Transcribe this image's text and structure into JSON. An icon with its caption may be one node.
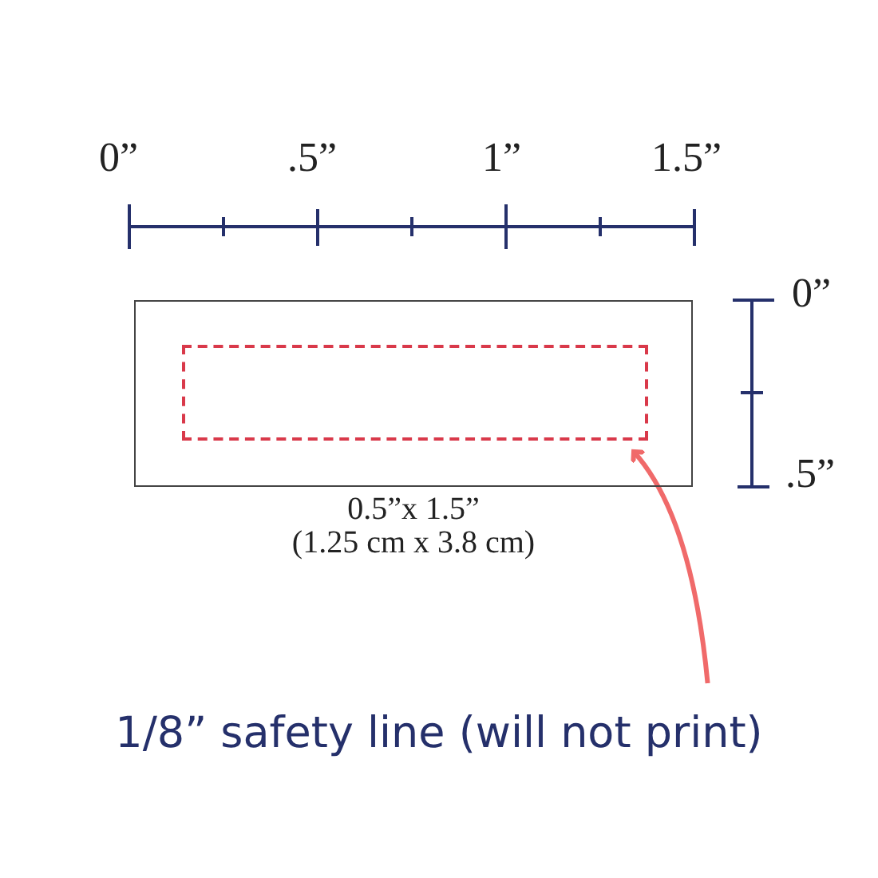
{
  "diagram": {
    "nodes": [
      {
        "text": [],
        "shape": "box",
        "beside": [
          "0.5”x 1.5”",
          "(1.25 cm x 3.8 cm)"
        ]
      },
      {
        "text": [],
        "shape": "box",
        "in": 0
      },
      {
        "text": [
          "1/8” safety line (will not print)"
        ]
      }
    ],
    "edges": [
      {
        "from": 2,
        "to": 1,
        "arrow": "to",
        "color": "#f06a6a"
      }
    ],
    "labels": [
      "0”",
      ".5”",
      "1”",
      "1.5”",
      "0”",
      ".5”"
    ]
  }
}
